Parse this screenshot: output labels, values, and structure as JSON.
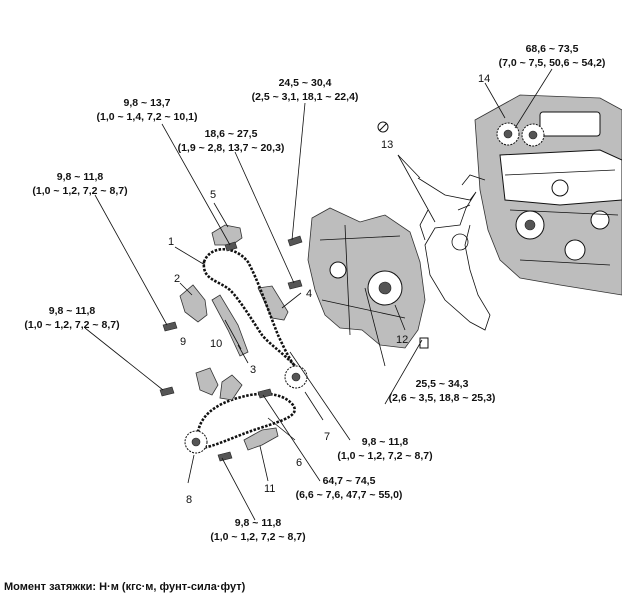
{
  "torque_specs": [
    {
      "id": "t-68",
      "line1": "68,6 ~ 73,5",
      "line2": "(7,0 ~ 7,5, 50,6 ~ 54,2)"
    },
    {
      "id": "t-24",
      "line1": "24,5 ~ 30,4",
      "line2": "(2,5 ~ 3,1, 18,1 ~ 22,4)"
    },
    {
      "id": "t-9813",
      "line1": "9,8 ~ 13,7",
      "line2": "(1,0 ~ 1,4, 7,2 ~ 10,1)"
    },
    {
      "id": "t-18",
      "line1": "18,6 ~ 27,5",
      "line2": "(1,9 ~ 2,8, 13,7 ~ 20,3)"
    },
    {
      "id": "t-98a",
      "line1": "9,8 ~ 11,8",
      "line2": "(1,0 ~ 1,2, 7,2 ~ 8,7)"
    },
    {
      "id": "t-98b",
      "line1": "9,8 ~ 11,8",
      "line2": "(1,0 ~ 1,2, 7,2 ~ 8,7)"
    },
    {
      "id": "t-25",
      "line1": "25,5 ~ 34,3",
      "line2": "(2,6 ~ 3,5, 18,8 ~ 25,3)"
    },
    {
      "id": "t-98c",
      "line1": "9,8 ~ 11,8",
      "line2": "(1,0 ~ 1,2, 7,2 ~ 8,7)"
    },
    {
      "id": "t-64",
      "line1": "64,7 ~ 74,5",
      "line2": "(6,6 ~ 7,6, 47,7 ~ 55,0)"
    },
    {
      "id": "t-98d",
      "line1": "9,8 ~ 11,8",
      "line2": "(1,0 ~ 1,2, 7,2 ~ 8,7)"
    }
  ],
  "callouts": [
    "1",
    "2",
    "3",
    "4",
    "5",
    "6",
    "7",
    "8",
    "9",
    "10",
    "11",
    "12",
    "13",
    "14"
  ],
  "footer": "Момент затяжки: Н·м (кгс·м, фунт-сила·фут)"
}
